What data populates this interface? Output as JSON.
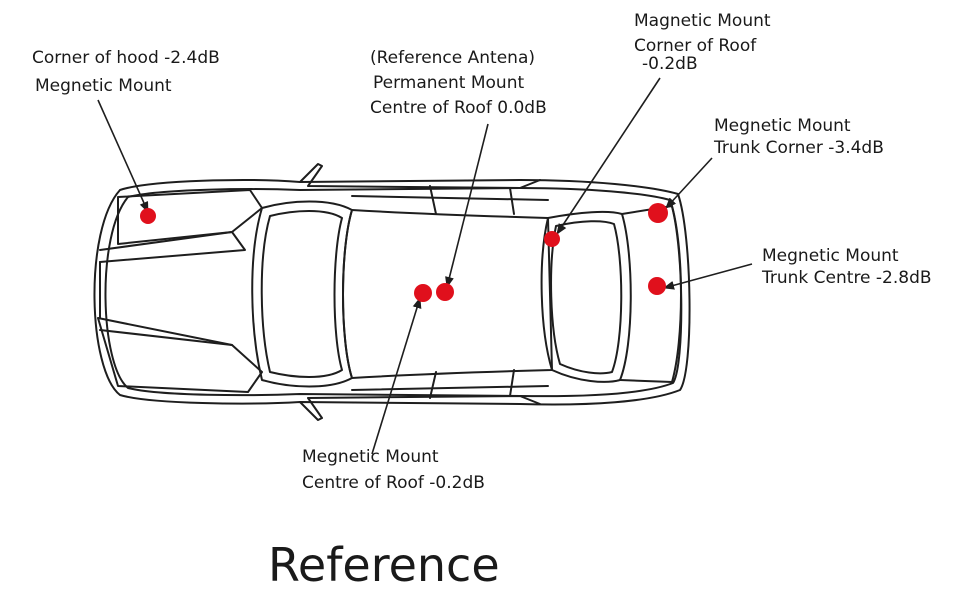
{
  "colors": {
    "marker": "#e0101c",
    "outline": "#1e1e1e",
    "background": "#ffffff"
  },
  "title": "Reference",
  "labels": {
    "hood_corner": {
      "line1": "Corner of hood -2.4dB",
      "line2": "Megnetic Mount"
    },
    "reference_roof": {
      "line1": "(Reference Antena)",
      "line2": "Permanent Mount",
      "line3": "Centre of Roof  0.0dB"
    },
    "roof_corner": {
      "line1": "Magnetic Mount",
      "line2": "Corner of Roof",
      "line3": "-0.2dB"
    },
    "trunk_corner": {
      "line1": "Megnetic Mount",
      "line2": "Trunk Corner -3.4dB"
    },
    "trunk_centre": {
      "line1": "Megnetic Mount",
      "line2": "Trunk Centre -2.8dB"
    },
    "roof_centre_magnetic": {
      "line1": "Megnetic Mount",
      "line2": "Centre of Roof  -0.2dB"
    }
  }
}
